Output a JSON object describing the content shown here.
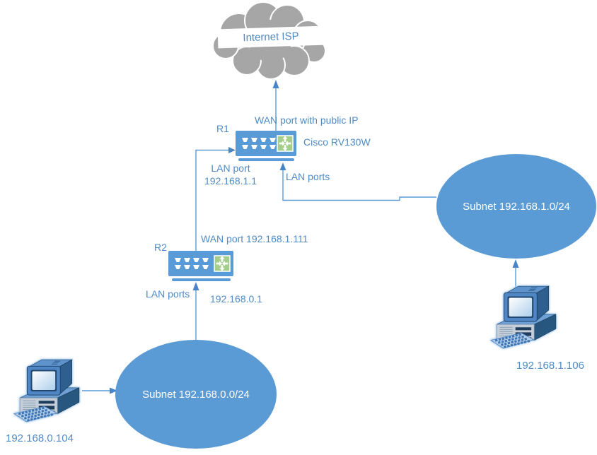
{
  "cloud": {
    "label": "Internet ISP"
  },
  "routers": {
    "r1": {
      "name": "R1",
      "wan_label": "WAN port with public IP",
      "model": "Cisco RV130W",
      "lan_port_label": "LAN port",
      "lan_port_ip": "192.168.1.1",
      "lan_ports_label": "LAN ports"
    },
    "r2": {
      "name": "R2",
      "wan_label": "WAN port 192.168.1.111",
      "lan_ports_label": "LAN ports",
      "gateway_ip": "192.168.0.1"
    }
  },
  "subnets": {
    "lan1": {
      "label": "Subnet 192.168.1.0/24"
    },
    "lan0": {
      "label": "Subnet 192.168.0.0/24"
    }
  },
  "hosts": {
    "pc_left": {
      "ip": "192.168.0.104"
    },
    "pc_right": {
      "ip": "192.168.1.106"
    }
  },
  "colors": {
    "accent_blue": "#5B9BD5",
    "label_text_blue": "#4E8BC8",
    "cloud_gray": "#A6A6A6",
    "router_green": "#A5CE8D",
    "banner_white": "#FFFFFF"
  },
  "icons": {
    "cloud": "internet-cloud-icon",
    "router": "router-icon",
    "computer": "desktop-computer-icon"
  }
}
